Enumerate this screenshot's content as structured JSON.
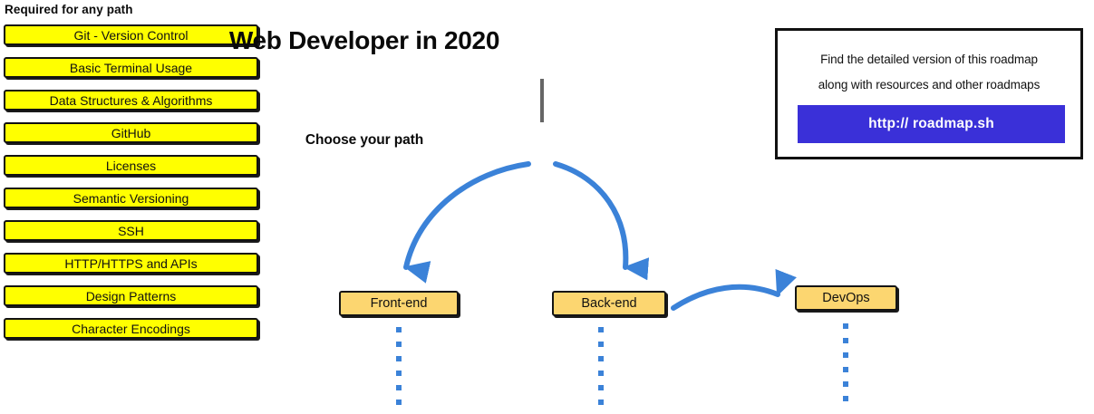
{
  "page": {
    "title": "Web Developer in 2020",
    "choose_path_label": "Choose your path"
  },
  "required": {
    "heading": "Required for any path",
    "items": [
      {
        "label": "Git - Version Control"
      },
      {
        "label": "Basic Terminal Usage"
      },
      {
        "label": "Data Structures & Algorithms"
      },
      {
        "label": "GitHub"
      },
      {
        "label": "Licenses"
      },
      {
        "label": "Semantic Versioning"
      },
      {
        "label": "SSH"
      },
      {
        "label": "HTTP/HTTPS and APIs"
      },
      {
        "label": "Design Patterns"
      },
      {
        "label": "Character Encodings"
      }
    ]
  },
  "paths": [
    {
      "label": "Front-end"
    },
    {
      "label": "Back-end"
    },
    {
      "label": "DevOps"
    }
  ],
  "info_card": {
    "line1": "Find the detailed version of this roadmap",
    "line2": "along with resources and other roadmaps",
    "button_label": "http:// roadmap.sh"
  },
  "colors": {
    "required_box_fill": "#ffff00",
    "path_box_fill": "#fcd670",
    "arrow_blue": "#3b82d8",
    "link_button_blue": "#3a30d8",
    "stem_gray": "#666666",
    "outline_black": "#111111"
  }
}
